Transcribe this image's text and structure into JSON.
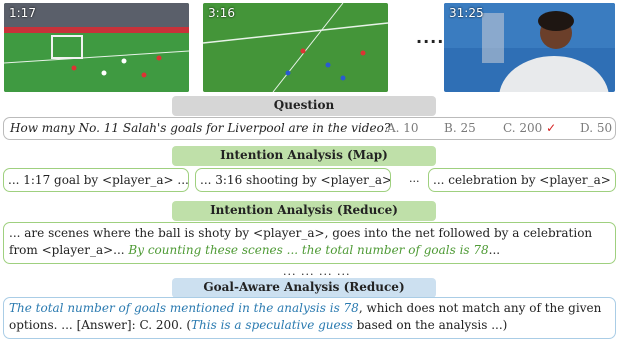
{
  "frames": [
    {
      "timestamp": "1:17"
    },
    {
      "timestamp": "3:16"
    },
    {
      "timestamp": "31:25"
    }
  ],
  "ellipsis": "......",
  "question_section": {
    "header": "Question",
    "text": "How many No. 11 Salah's goals for Liverpool are in the video?",
    "options": [
      {
        "label": "A. 10",
        "selected": false
      },
      {
        "label": "B. 25",
        "selected": false
      },
      {
        "label": "C. 200",
        "selected": true,
        "mark": "✓"
      },
      {
        "label": "D. 50",
        "selected": false
      }
    ]
  },
  "map_section": {
    "header": "Intention Analysis (Map)",
    "items": [
      "... 1:17 goal by <player_a> ...",
      "... 3:16 shooting by <player_a>...",
      "... celebration by <player_a> ..."
    ],
    "separator": "..."
  },
  "reduce_section": {
    "header": "Intention Analysis (Reduce)",
    "text_plain": "... are scenes where the ball is shoty by <player_a>, goes into the net followed by a celebration from <player_a>...",
    "text_green_1": "By counting these scenes",
    "text_mid": " ... ",
    "text_green_2": "the total number of goals is 78",
    "text_end": "..."
  },
  "gap_dots": "... ... ... ...",
  "goal_section": {
    "header": "Goal-Aware Analysis (Reduce)",
    "text_blue_1": "The total number of goals mentioned in the analysis is 78",
    "text_1": ", which does not match any of the given options. ... [Answer]: C. 200. (",
    "text_blue_2": "This is a speculative guess",
    "text_2": " based on the analysis ...)"
  },
  "colors": {
    "green_accent": "#4e9a35",
    "blue_accent": "#2a7ab0",
    "check_red": "#d42020"
  }
}
